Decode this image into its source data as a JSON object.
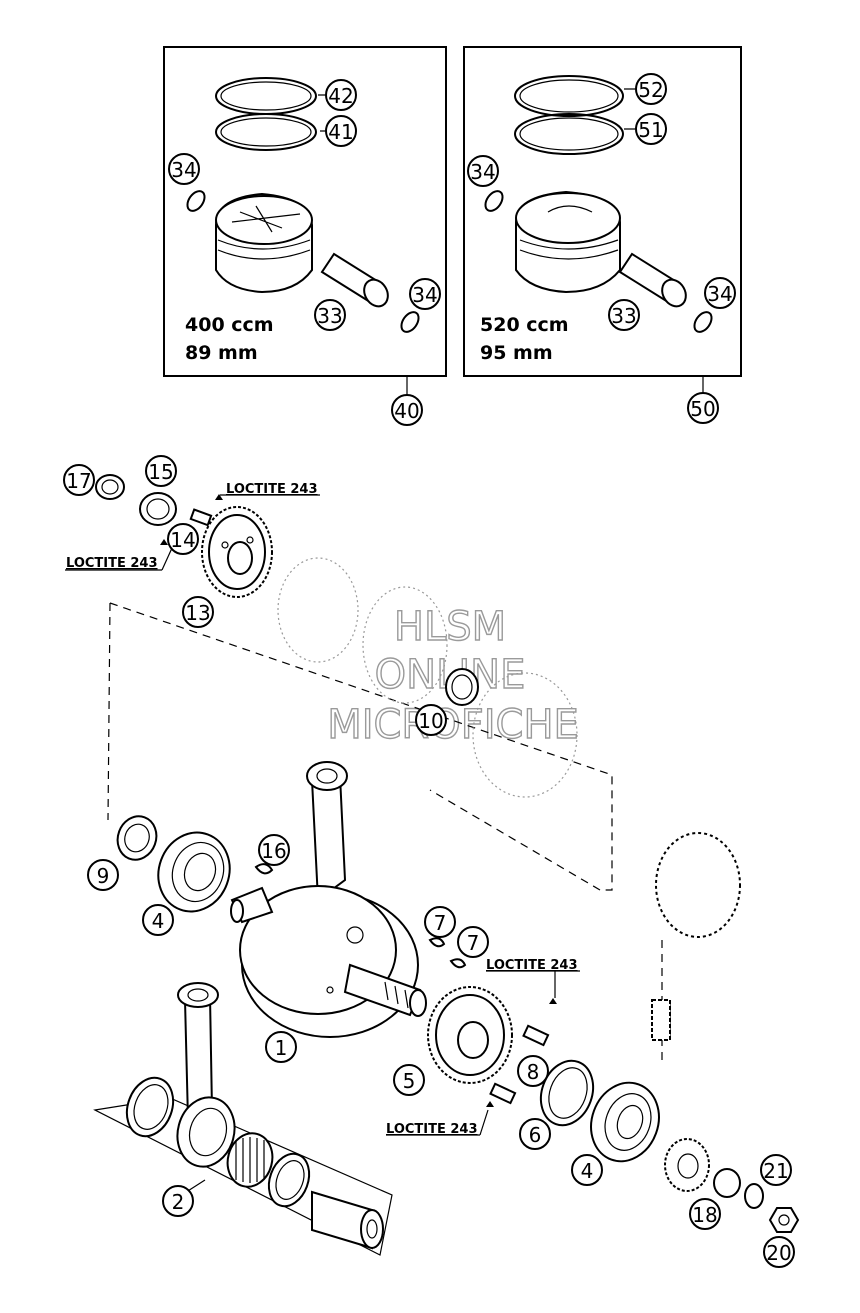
{
  "kits": [
    {
      "label_cc": "400 ccm",
      "label_bore": "89 mm",
      "kit_no": "40",
      "ring_top": "42",
      "ring_second": "41",
      "pin": "33",
      "clip_left": "34",
      "clip_right": "34"
    },
    {
      "label_cc": "520 ccm",
      "label_bore": "95 mm",
      "kit_no": "50",
      "ring_top": "52",
      "ring_second": "51",
      "pin": "33",
      "clip_left": "34",
      "clip_right": "34"
    }
  ],
  "loctite": {
    "top_right": "LOCTITE 243",
    "top_left": "LOCTITE 243",
    "right_upper": "LOCTITE 243",
    "right_lower": "LOCTITE 243"
  },
  "callouts": {
    "c17": "17",
    "c15": "15",
    "c14": "14",
    "c13": "13",
    "c10": "10",
    "c9": "9",
    "c16": "16",
    "c4a": "4",
    "c1": "1",
    "c7a": "7",
    "c7b": "7",
    "c5": "5",
    "c8": "8",
    "c6": "6",
    "c2": "2",
    "c4b": "4",
    "c21": "21",
    "c18": "18",
    "c20": "20"
  },
  "watermark": {
    "line1": "HLSM",
    "line2": "ONLINE",
    "line3": "MICROFICHE"
  }
}
